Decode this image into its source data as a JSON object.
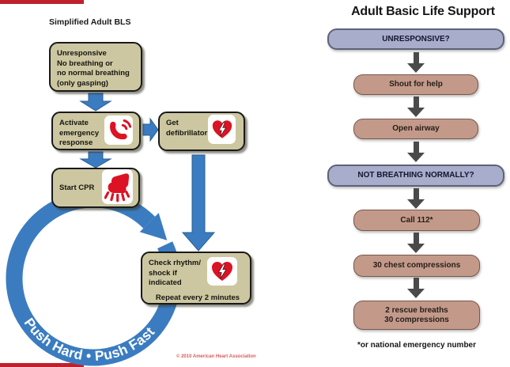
{
  "left_panel": {
    "title": "Simplified Adult BLS",
    "boxes": {
      "unresponsive": {
        "lines": [
          "Unresponsive",
          "No breathing or",
          "no normal breathing",
          "(only gasping)"
        ]
      },
      "activate": {
        "lines": [
          "Activate",
          "emergency",
          "response"
        ],
        "icon": "phone-icon"
      },
      "defib": {
        "lines": [
          "Get",
          "defibrillator"
        ],
        "icon": "aed-heart-icon"
      },
      "cpr": {
        "label": "Start CPR",
        "icon": "hands-icon"
      },
      "check": {
        "lines": [
          "Check rhythm/",
          "shock if",
          "indicated"
        ],
        "note": "Repeat every 2 minutes",
        "icon": "aed-heart-icon"
      }
    },
    "cycle_text": "Push Hard • Push Fast",
    "copyright": "© 2010 American Heart Association"
  },
  "right_panel": {
    "title": "Adult Basic Life Support",
    "steps": [
      {
        "label": "UNRESPONSIVE?",
        "type": "question"
      },
      {
        "label": "Shout for help",
        "type": "action"
      },
      {
        "label": "Open airway",
        "type": "action"
      },
      {
        "label": "NOT BREATHING NORMALLY?",
        "type": "question"
      },
      {
        "label": "Call 112*",
        "type": "action"
      },
      {
        "label": "30 chest compressions",
        "type": "action"
      },
      {
        "label": "2 rescue breaths",
        "label2": "30 compressions",
        "type": "action"
      }
    ],
    "footnote": "*or national emergency number"
  },
  "colors": {
    "accent_blue": "#3b7cc1",
    "box_khaki": "#cdc7a1",
    "icon_red": "#dc1324",
    "question_lavender": "#a8adcc",
    "action_rose": "#c39a8a",
    "arrow_gray": "#4a4a4a",
    "accent_red_bar": "#c0202c",
    "copyright_red": "#d85c5c"
  }
}
